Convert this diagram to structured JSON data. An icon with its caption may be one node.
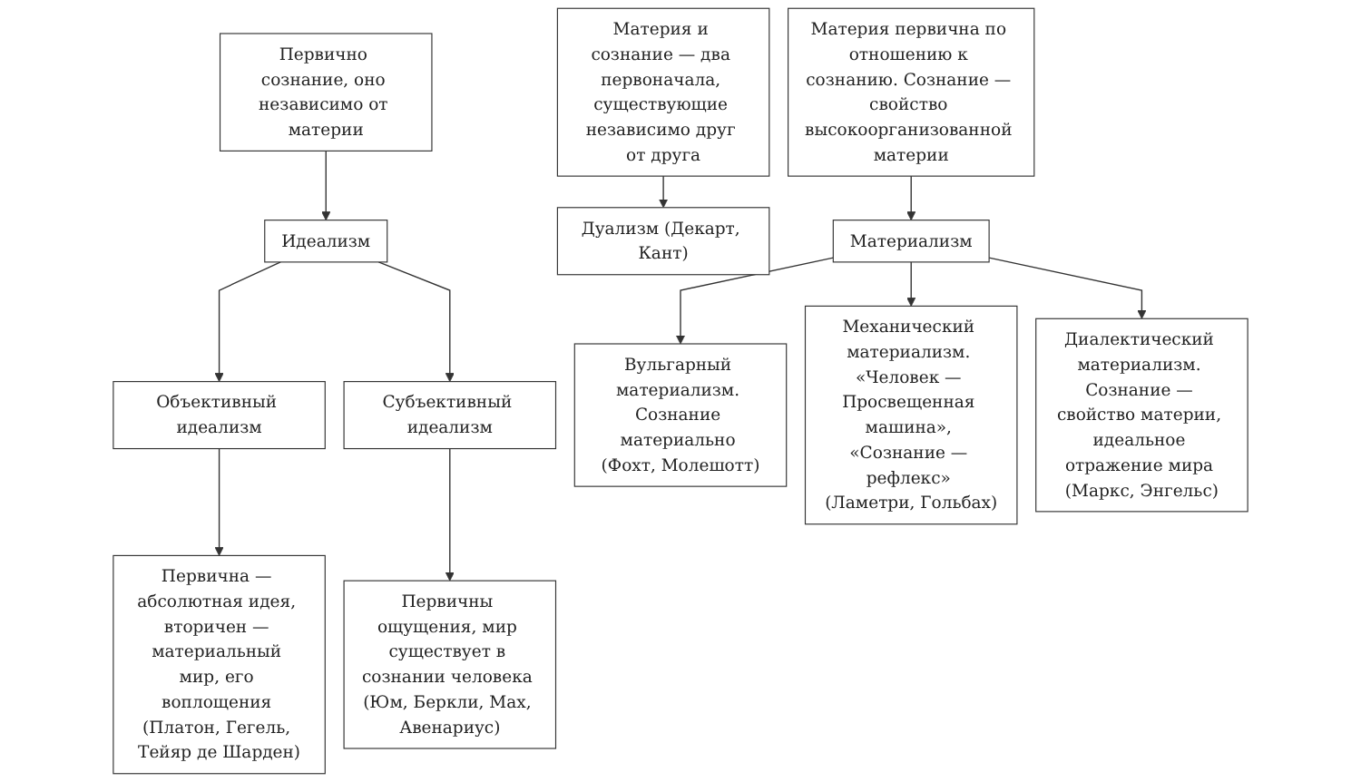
{
  "diagram": {
    "nodes": [
      {
        "text": [
          "Материя первична по отношению к сознанию. Сознание — свойство высокоорганизованной материи"
        ]
      },
      {
        "text": [
          "Материя и сознание — два первоначала, существующие независимо друг от друга"
        ]
      },
      {
        "text": [
          "Первично сознание, оно независимо от материи"
        ]
      },
      {
        "text": [
          "Материализм"
        ]
      },
      {
        "text": [
          "Дуализм (Декарт, Кант)"
        ]
      },
      {
        "text": [
          "Идеализм"
        ]
      },
      {
        "text": [
          "Объективный идеализм"
        ]
      },
      {
        "text": [
          "Субъективный идеализм"
        ]
      },
      {
        "text": [
          "Вульгарный материализм. Сознание материально (Фохт, Молешотт)"
        ]
      },
      {
        "text": [
          "Механический материализм. «Человек — Просвещенная машина», «Сознание — рефлекс» (Ламетри, Гольбах)"
        ]
      },
      {
        "text": [
          "Диалектический материализм. Сознание — свойство материи, идеальное отражение мира (Маркс, Энгельс)"
        ]
      },
      {
        "text": [
          "Первична — абсолютная идея, вторичен — материальный мир, его воплощения (Платон, Гегель, Тейяр де Шарден)"
        ]
      },
      {
        "text": [
          "Первичны ощущения, мир существует в сознании человека (Юм, Беркли, Мах, Авенариус)"
        ]
      }
    ],
    "edges": [
      {
        "from": 0,
        "to": 3,
        "arrow": "to"
      },
      {
        "from": 1,
        "to": 4,
        "arrow": "to"
      },
      {
        "from": 2,
        "to": 5,
        "arrow": "to"
      },
      {
        "from": 3,
        "to": 8,
        "arrow": "to"
      },
      {
        "from": 3,
        "to": 9,
        "arrow": "to"
      },
      {
        "from": 3,
        "to": 10,
        "arrow": "to"
      },
      {
        "from": 5,
        "to": 6,
        "arrow": "to"
      },
      {
        "from": 5,
        "to": 7,
        "arrow": "to"
      },
      {
        "from": 6,
        "to": 11,
        "arrow": "to"
      },
      {
        "from": 7,
        "to": 12,
        "arrow": "to"
      }
    ]
  }
}
